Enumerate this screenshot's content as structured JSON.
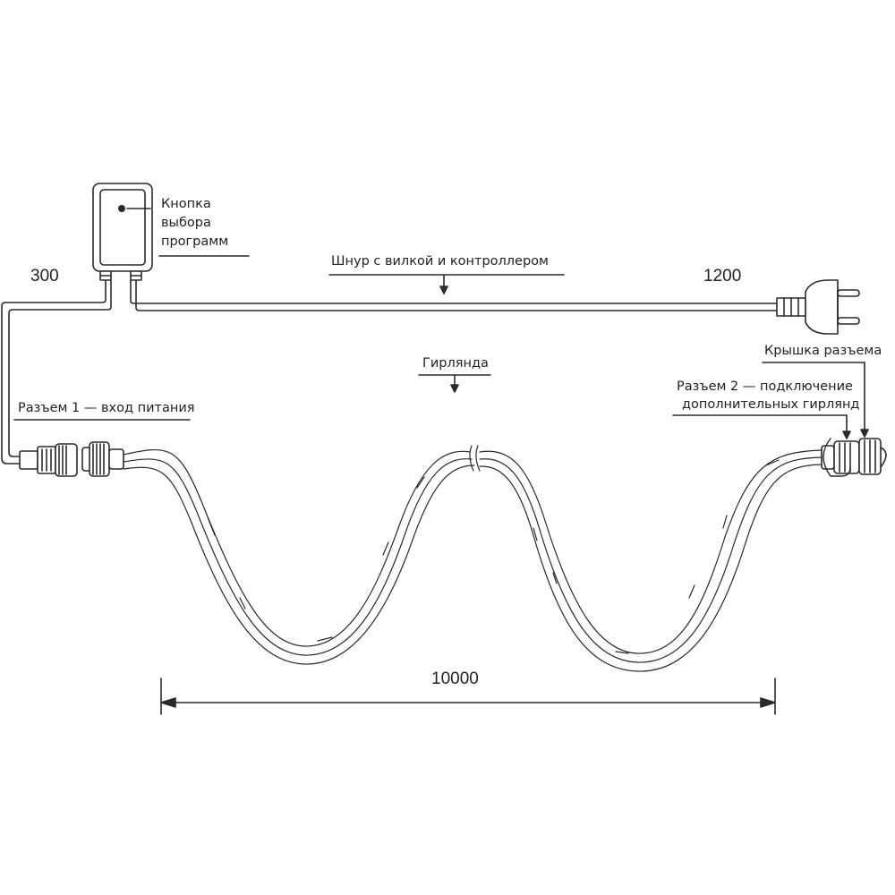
{
  "labels": {
    "button": "Кнопка\nвыбора\nпрограмм",
    "cord": "Шнур с вилкой и контроллером",
    "garland": "Гирлянда",
    "connector1": "Разъем 1 — вход питания",
    "cap": "Крышка разъема",
    "connector2_line1": "Разъем 2 — подключение",
    "connector2_line2": "дополнительных гирлянд"
  },
  "dimensions": {
    "left_lead": "300",
    "power_cord": "1200",
    "garland_length": "10000"
  },
  "colors": {
    "line": "#2a2a2a",
    "fill": "#ffffff"
  }
}
